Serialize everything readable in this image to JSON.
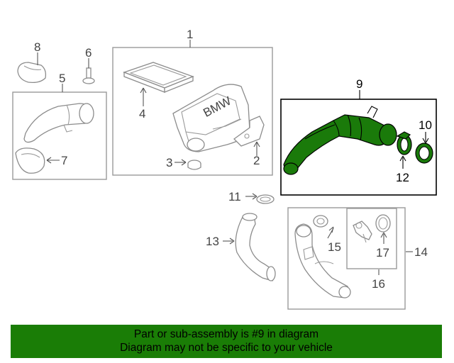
{
  "diagram": {
    "callouts": {
      "c1": "1",
      "c2": "2",
      "c3": "3",
      "c4": "4",
      "c5": "5",
      "c6": "6",
      "c7": "7",
      "c8": "8",
      "c9": "9",
      "c10": "10",
      "c11": "11",
      "c12": "12",
      "c13": "13",
      "c14": "14",
      "c15": "15",
      "c16": "16",
      "c17": "17"
    },
    "logo_text": "BMW",
    "highlight_color": "#1a7a0a",
    "highlighted_part": "9"
  },
  "banner": {
    "line1": "Part or sub-assembly is #9 in diagram",
    "line2": "Diagram may not be specific to your vehicle",
    "color": "#1a7d06"
  }
}
